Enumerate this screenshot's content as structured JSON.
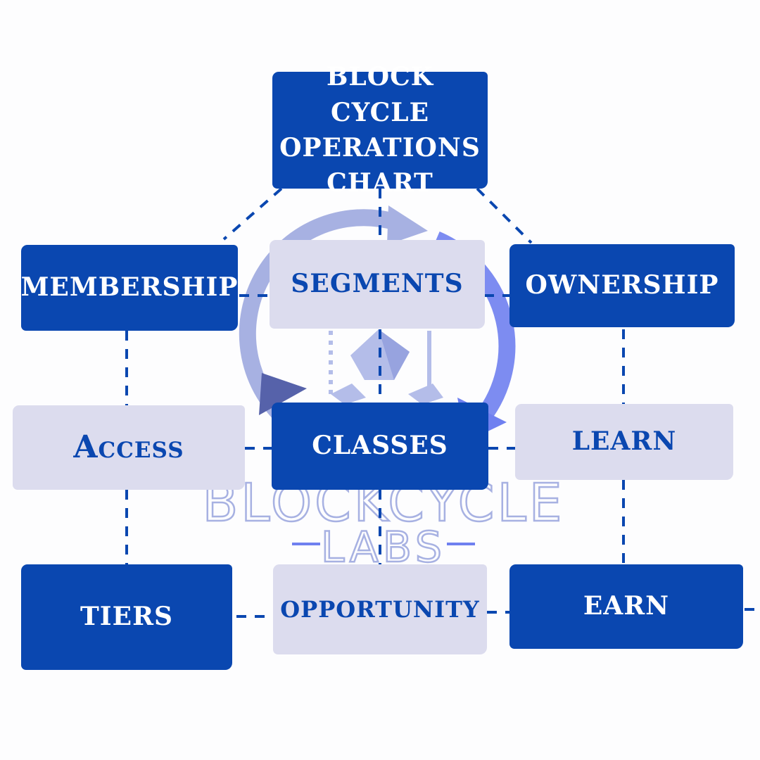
{
  "colors": {
    "dark_box": "#0a47b0",
    "dark_text": "#ffffff",
    "light_box": "#dcdcee",
    "light_text": "#0a47b0",
    "connector": "#0a47b0",
    "watermark_light": "#a7b1e2",
    "watermark_mid": "#6f80f0",
    "watermark_dark": "#5662aa"
  },
  "diagram": {
    "title_lines": [
      "BLOCK CYCLE",
      "OPERATIONS",
      "CHART"
    ],
    "nodes": {
      "membership": "MEMBERSHIP",
      "segments": "SEGMENTS",
      "ownership": "OWNERSHIP",
      "access": "Access",
      "classes": "CLASSES",
      "learn": "LEARN",
      "tiers": "TIERS",
      "opportunity": "OPPORTUNITY",
      "earn": "EARN"
    }
  },
  "watermark": {
    "line1": "BLOCKCYCLE",
    "line2": "LABS",
    "icon": "cube-cycle-icon"
  }
}
